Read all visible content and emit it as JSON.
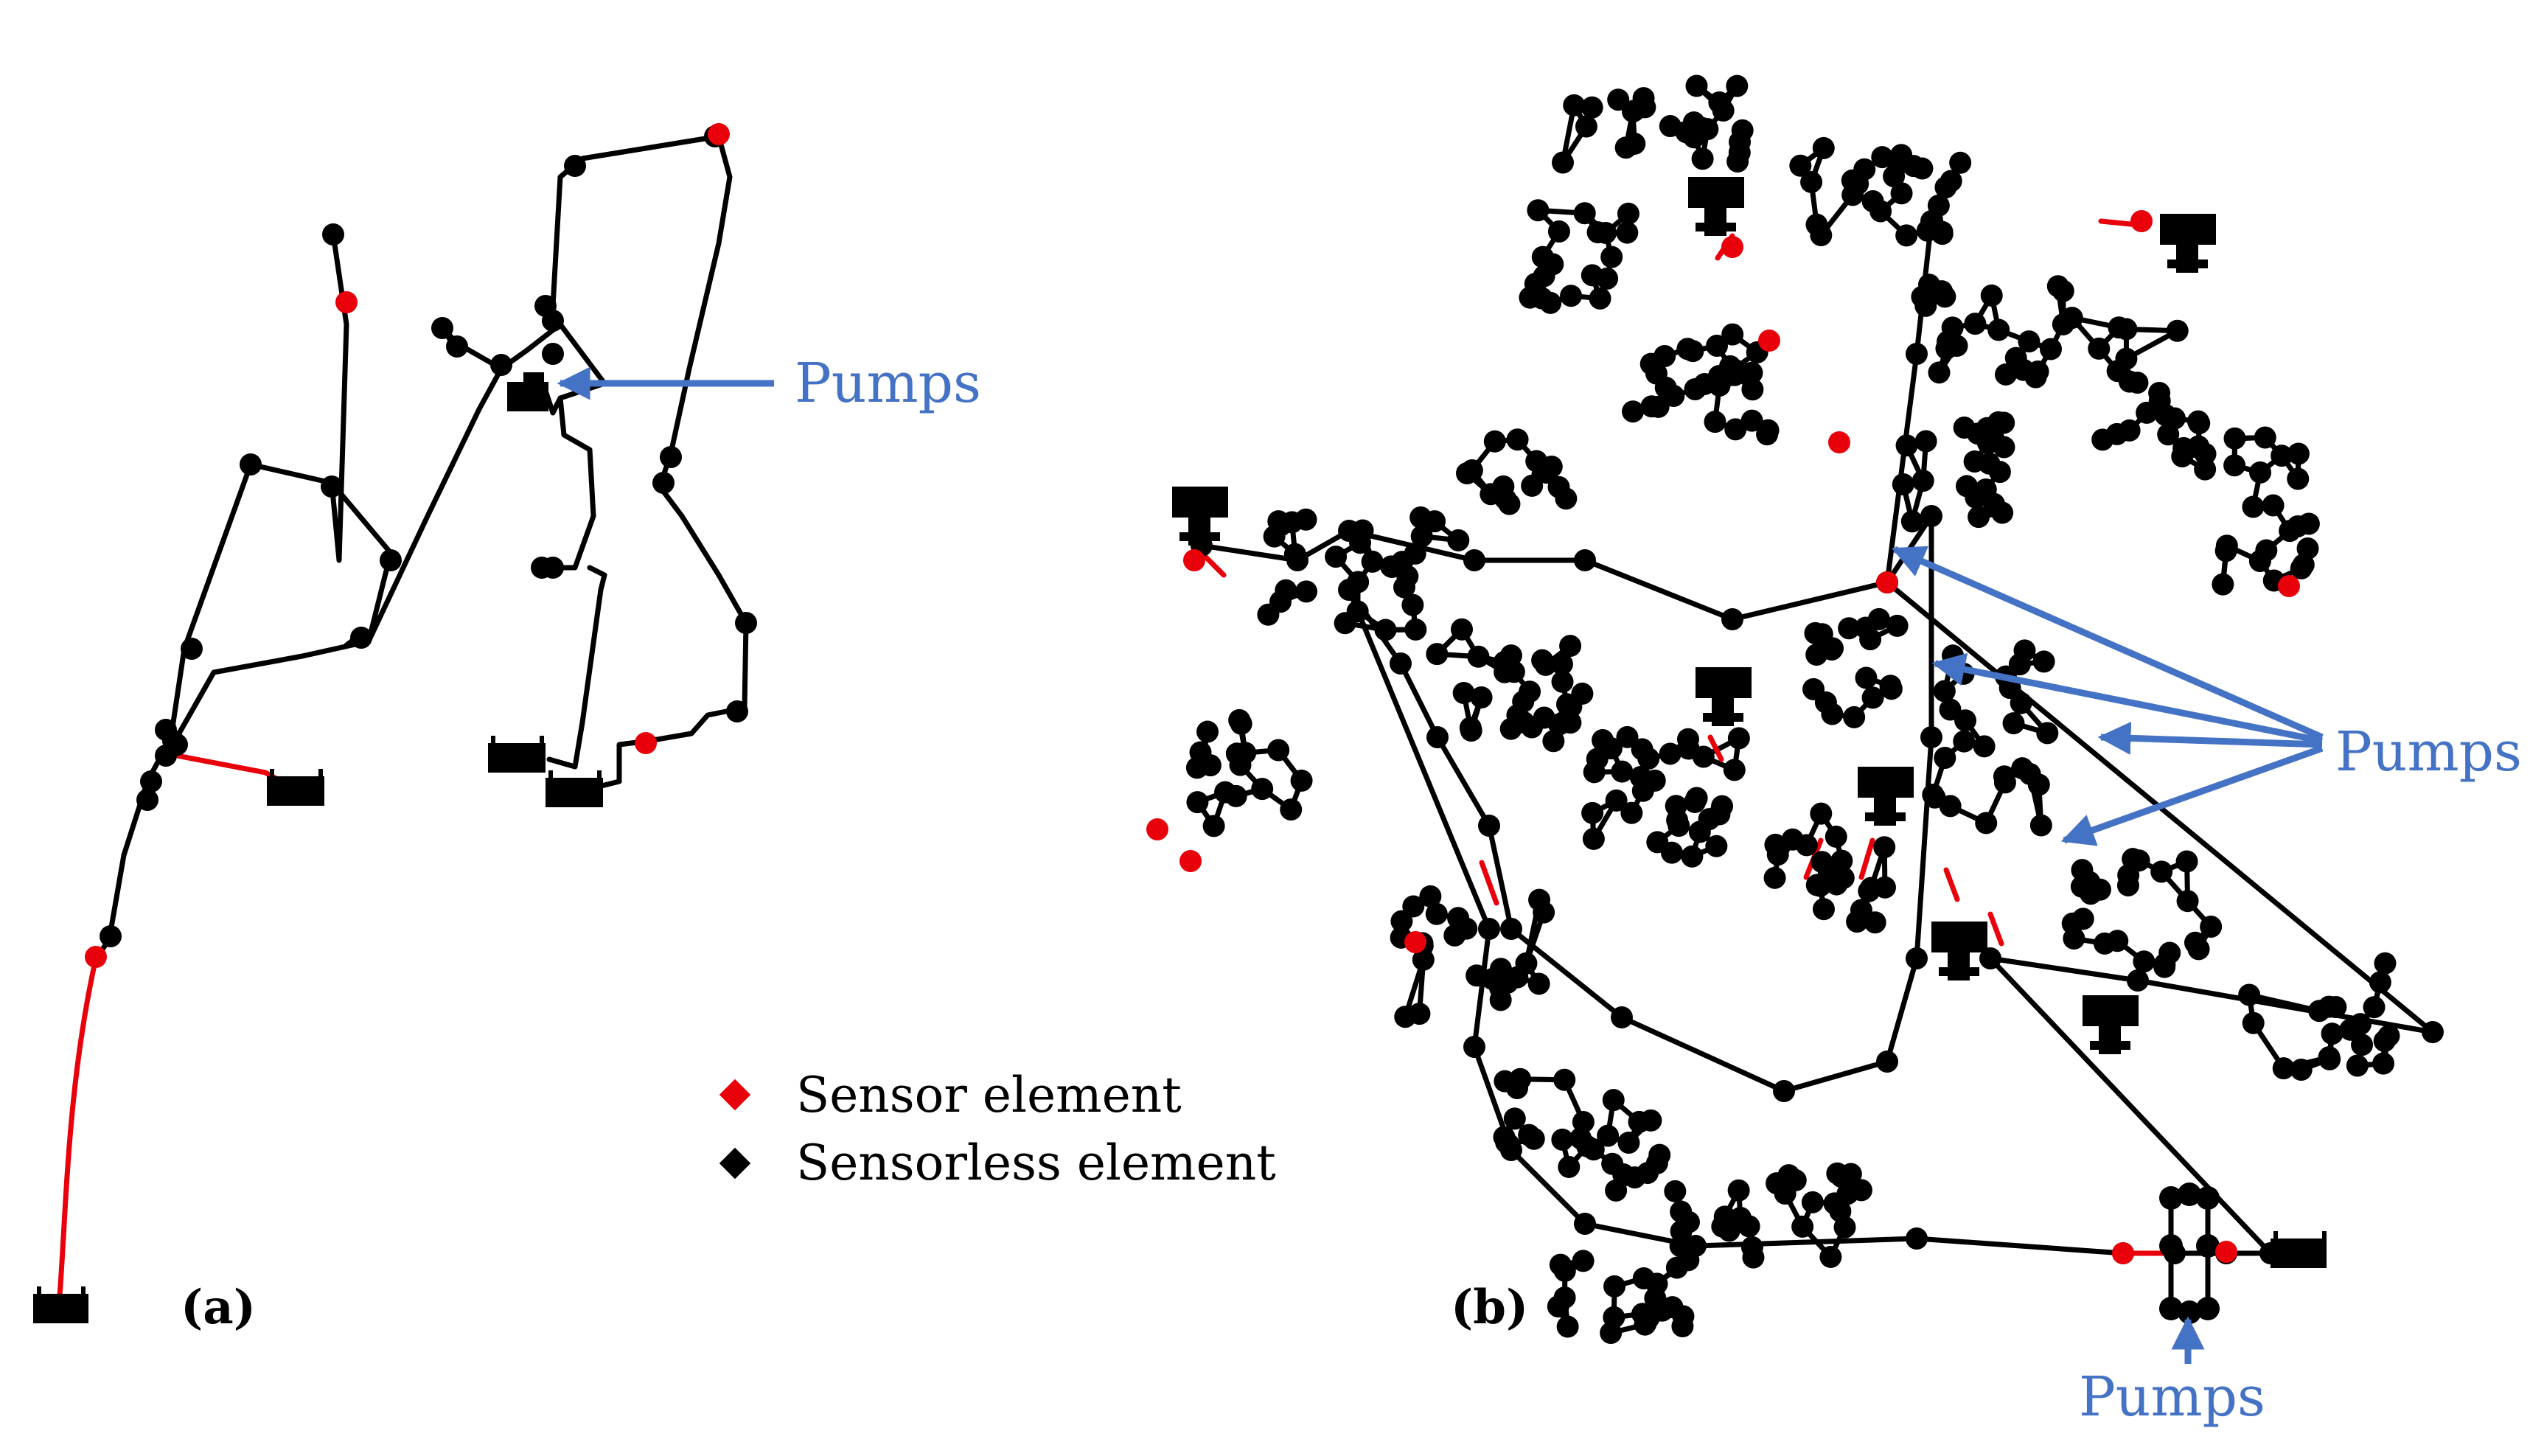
{
  "labels": {
    "panel_a": "(a)",
    "panel_b": "(b)",
    "pumps_a": "Pumps",
    "pumps_b_right": "Pumps",
    "pumps_b_bottom": "Pumps"
  },
  "legend": {
    "sensor_label": "Sensor element",
    "sensorless_label": "Sensorless element"
  },
  "colors": {
    "sensor": "#e8000b",
    "sensorless": "#000000",
    "pumps_annotation": "#4472c4"
  }
}
